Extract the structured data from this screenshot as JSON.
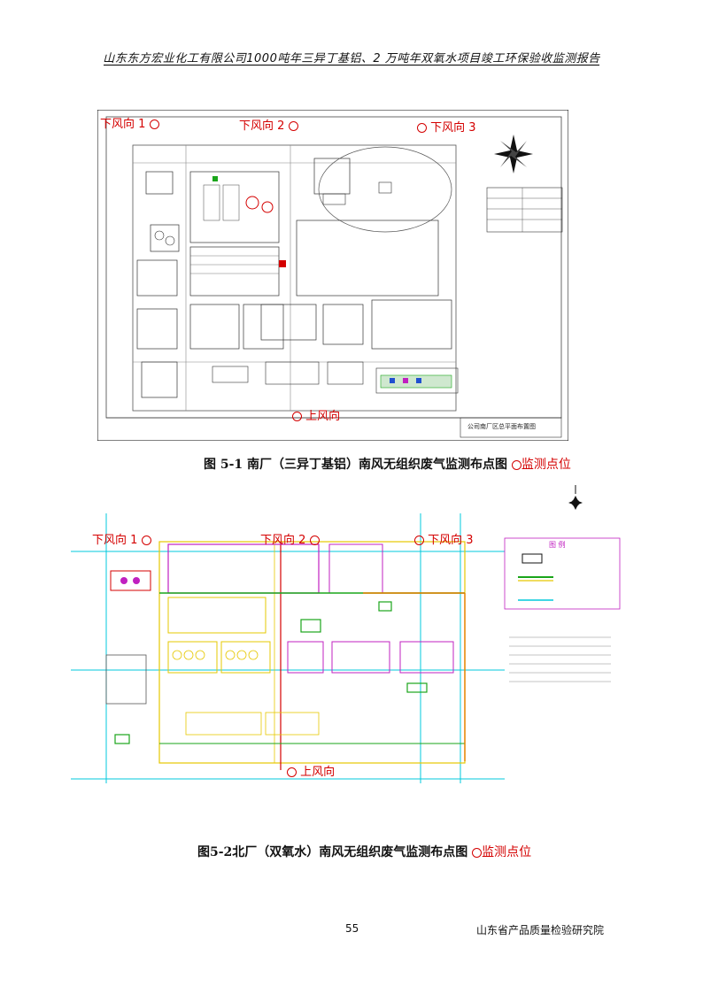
{
  "header": {
    "title": "山东东方宏业化工有限公司1000吨年三异丁基铝、2 万吨年双氧水项目竣工环保验收监测报告"
  },
  "figure1": {
    "labels": {
      "downwind1": "下风向 1",
      "downwind2": "下风向 2",
      "downwind3": "下风向 3",
      "upwind": "上风向"
    },
    "title_block_text": "公司南厂区总平面布置图",
    "caption": "图 5-1 南厂（三异丁基铝）南风无组织废气监测布点图",
    "caption_point": "监测点位"
  },
  "figure2": {
    "labels": {
      "downwind1": "下风向 1",
      "downwind2": "下风向 2",
      "downwind3": "下风向 3",
      "upwind": "上风向"
    },
    "legend_title": "图 例",
    "caption": "图5-2北厂（双氧水）南风无组织废气监测布点图",
    "caption_point": "监测点位"
  },
  "footer": {
    "page_number": "55",
    "institute": "山东省产品质量检验研究院"
  },
  "colors": {
    "marker_red": "#d40000",
    "cad_yellow": "#e6c800",
    "cad_cyan": "#00c8dc",
    "cad_green": "#1aa51a",
    "cad_magenta": "#c020c0"
  }
}
